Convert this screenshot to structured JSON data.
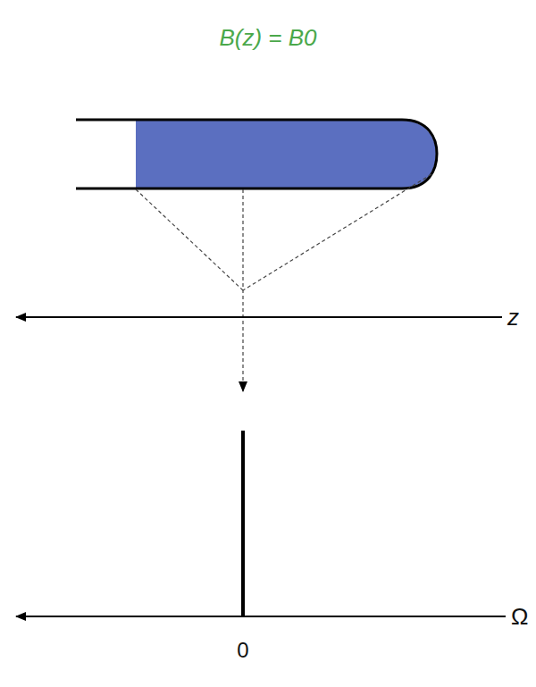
{
  "diagram": {
    "labels": [
      "B(z) = B0",
      "z",
      "Ω",
      "0"
    ]
  }
}
